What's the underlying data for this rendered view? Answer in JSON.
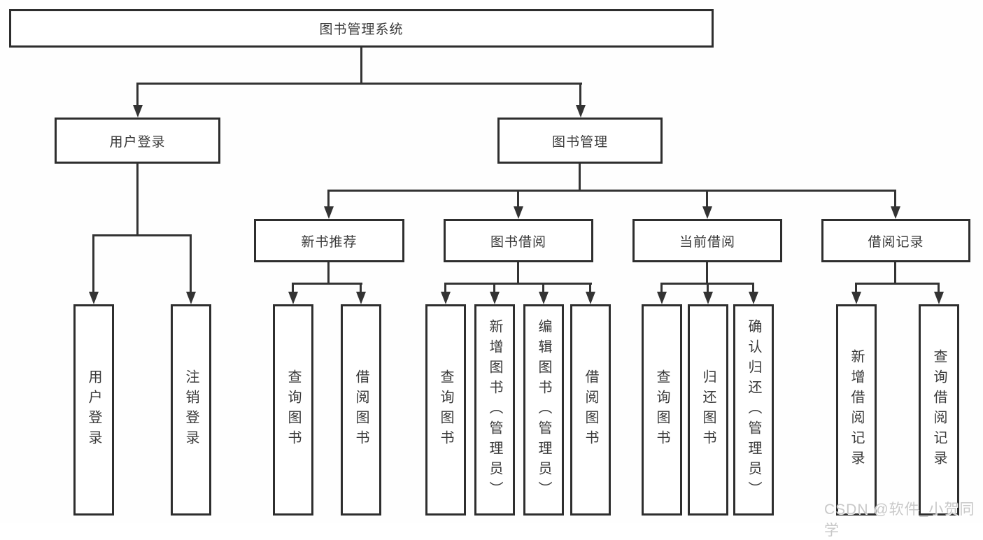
{
  "tree": {
    "root": "图书管理系统",
    "branches": [
      {
        "label": "用户登录",
        "children": [
          "用户登录",
          "注销登录"
        ]
      },
      {
        "label": "图书管理",
        "children": [
          {
            "label": "新书推荐",
            "children": [
              "查询图书",
              "借阅图书"
            ]
          },
          {
            "label": "图书借阅",
            "children": [
              "查询图书",
              "新增图书（管理员）",
              "编辑图书（管理员）",
              "借阅图书"
            ]
          },
          {
            "label": "当前借阅",
            "children": [
              "查询图书",
              "归还图书",
              "确认归还（管理员）"
            ]
          },
          {
            "label": "借阅记录",
            "children": [
              "新增借阅记录",
              "查询借阅记录"
            ]
          }
        ]
      }
    ]
  },
  "watermark": "CSDN @软件_小贺同学",
  "colors": {
    "line": "#333333",
    "box_border": "#2e2e2e",
    "text": "#3a3a3a",
    "watermark": "#c8c8c8",
    "background": "#ffffff"
  }
}
